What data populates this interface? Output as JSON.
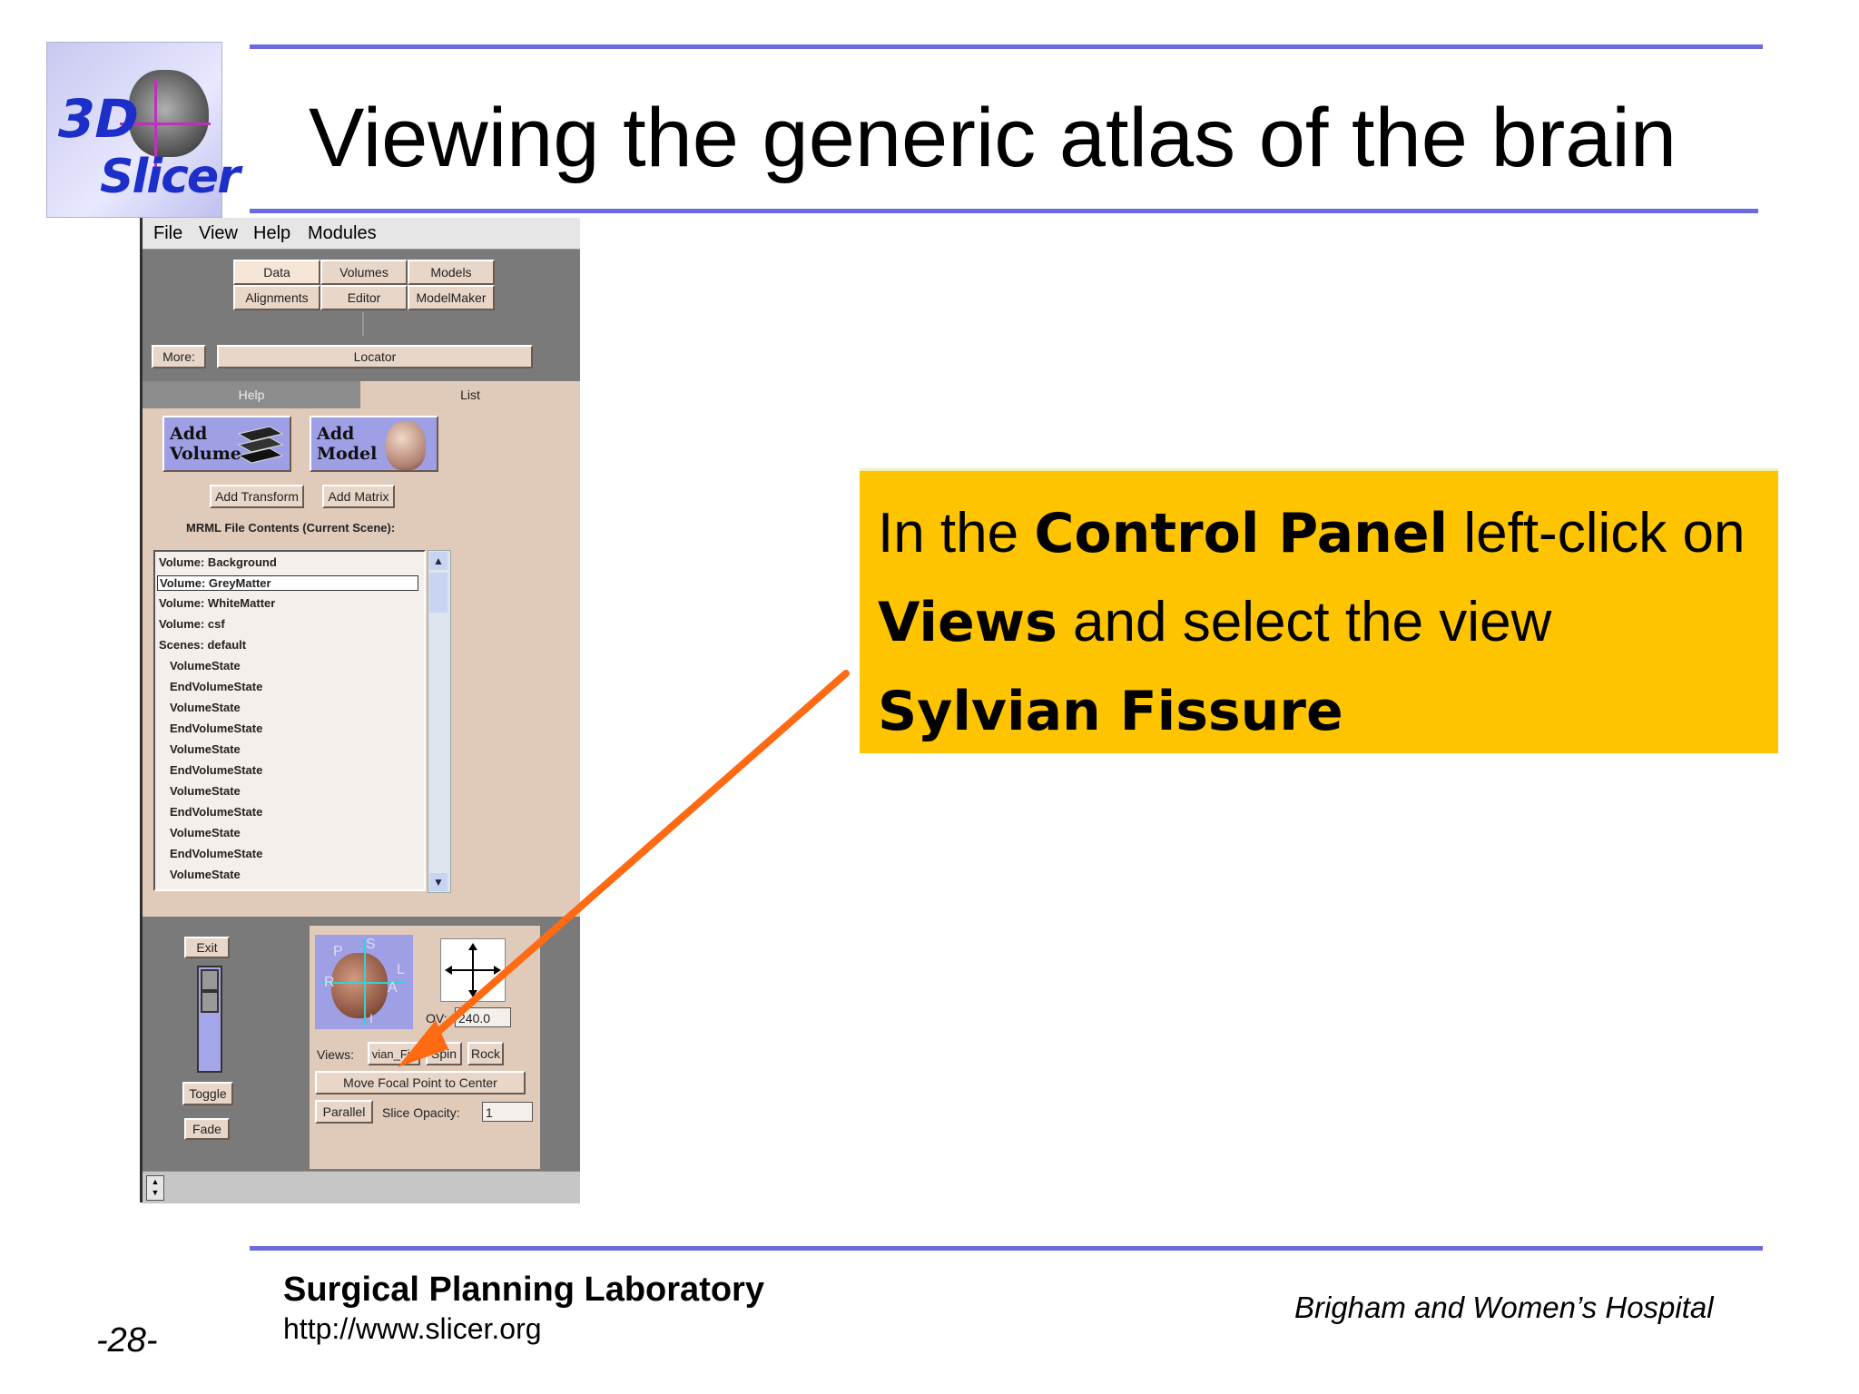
{
  "slide": {
    "title": "Viewing the generic atlas of the brain",
    "page_number": "-28-"
  },
  "logo": {
    "text_3d": "3D",
    "text_slicer": "Slicer"
  },
  "slicer_ui": {
    "menu": [
      "File",
      "View",
      "Help",
      "Modules"
    ],
    "module_tabs": [
      "Data",
      "Volumes",
      "Models",
      "Alignments",
      "Editor",
      "ModelMaker"
    ],
    "more_button": "More:",
    "locator_button": "Locator",
    "tabs": [
      "Help",
      "List"
    ],
    "add_volume": "Add\nVolume",
    "add_model": "Add\nModel",
    "add_transform": "Add Transform",
    "add_matrix": "Add Matrix",
    "mrml_header": "MRML File Contents (Current Scene):",
    "mrml_items": [
      "Volume: Background",
      "Volume: GreyMatter",
      "Volume: WhiteMatter",
      "Volume: csf",
      "Scenes: default",
      "VolumeState",
      "EndVolumeState",
      "VolumeState",
      "EndVolumeState",
      "VolumeState",
      "EndVolumeState",
      "VolumeState",
      "EndVolumeState",
      "VolumeState",
      "EndVolumeState",
      "VolumeState"
    ],
    "exit_button": "Exit",
    "toggle_button": "Toggle",
    "fade_button": "Fade",
    "orientation_labels": [
      "P",
      "S",
      "R",
      "L",
      "A",
      "I"
    ],
    "fov_label": "OV:",
    "fov_value": "240.0",
    "views_label": "Views:",
    "views_value": "vian_Fis",
    "spin_button": "Spin",
    "rock_button": "Rock",
    "focal_button": "Move Focal Point to Center",
    "parallel_button": "Parallel",
    "opacity_label": "Slice Opacity:",
    "opacity_value": "1"
  },
  "callout": {
    "part1": "In the ",
    "bold1": "Control Panel",
    "part2": " left-click on ",
    "bold2": "Views",
    "part3": " and select the view ",
    "bold3": "Sylvian Fissure"
  },
  "footer": {
    "lab": "Surgical Planning Laboratory",
    "url": "http://www.slicer.org",
    "hospital": "Brigham and Women’s Hospital"
  },
  "colors": {
    "rule": "#6b6bdf",
    "callout_bg": "#fec400",
    "arrow": "#ff6a13"
  }
}
